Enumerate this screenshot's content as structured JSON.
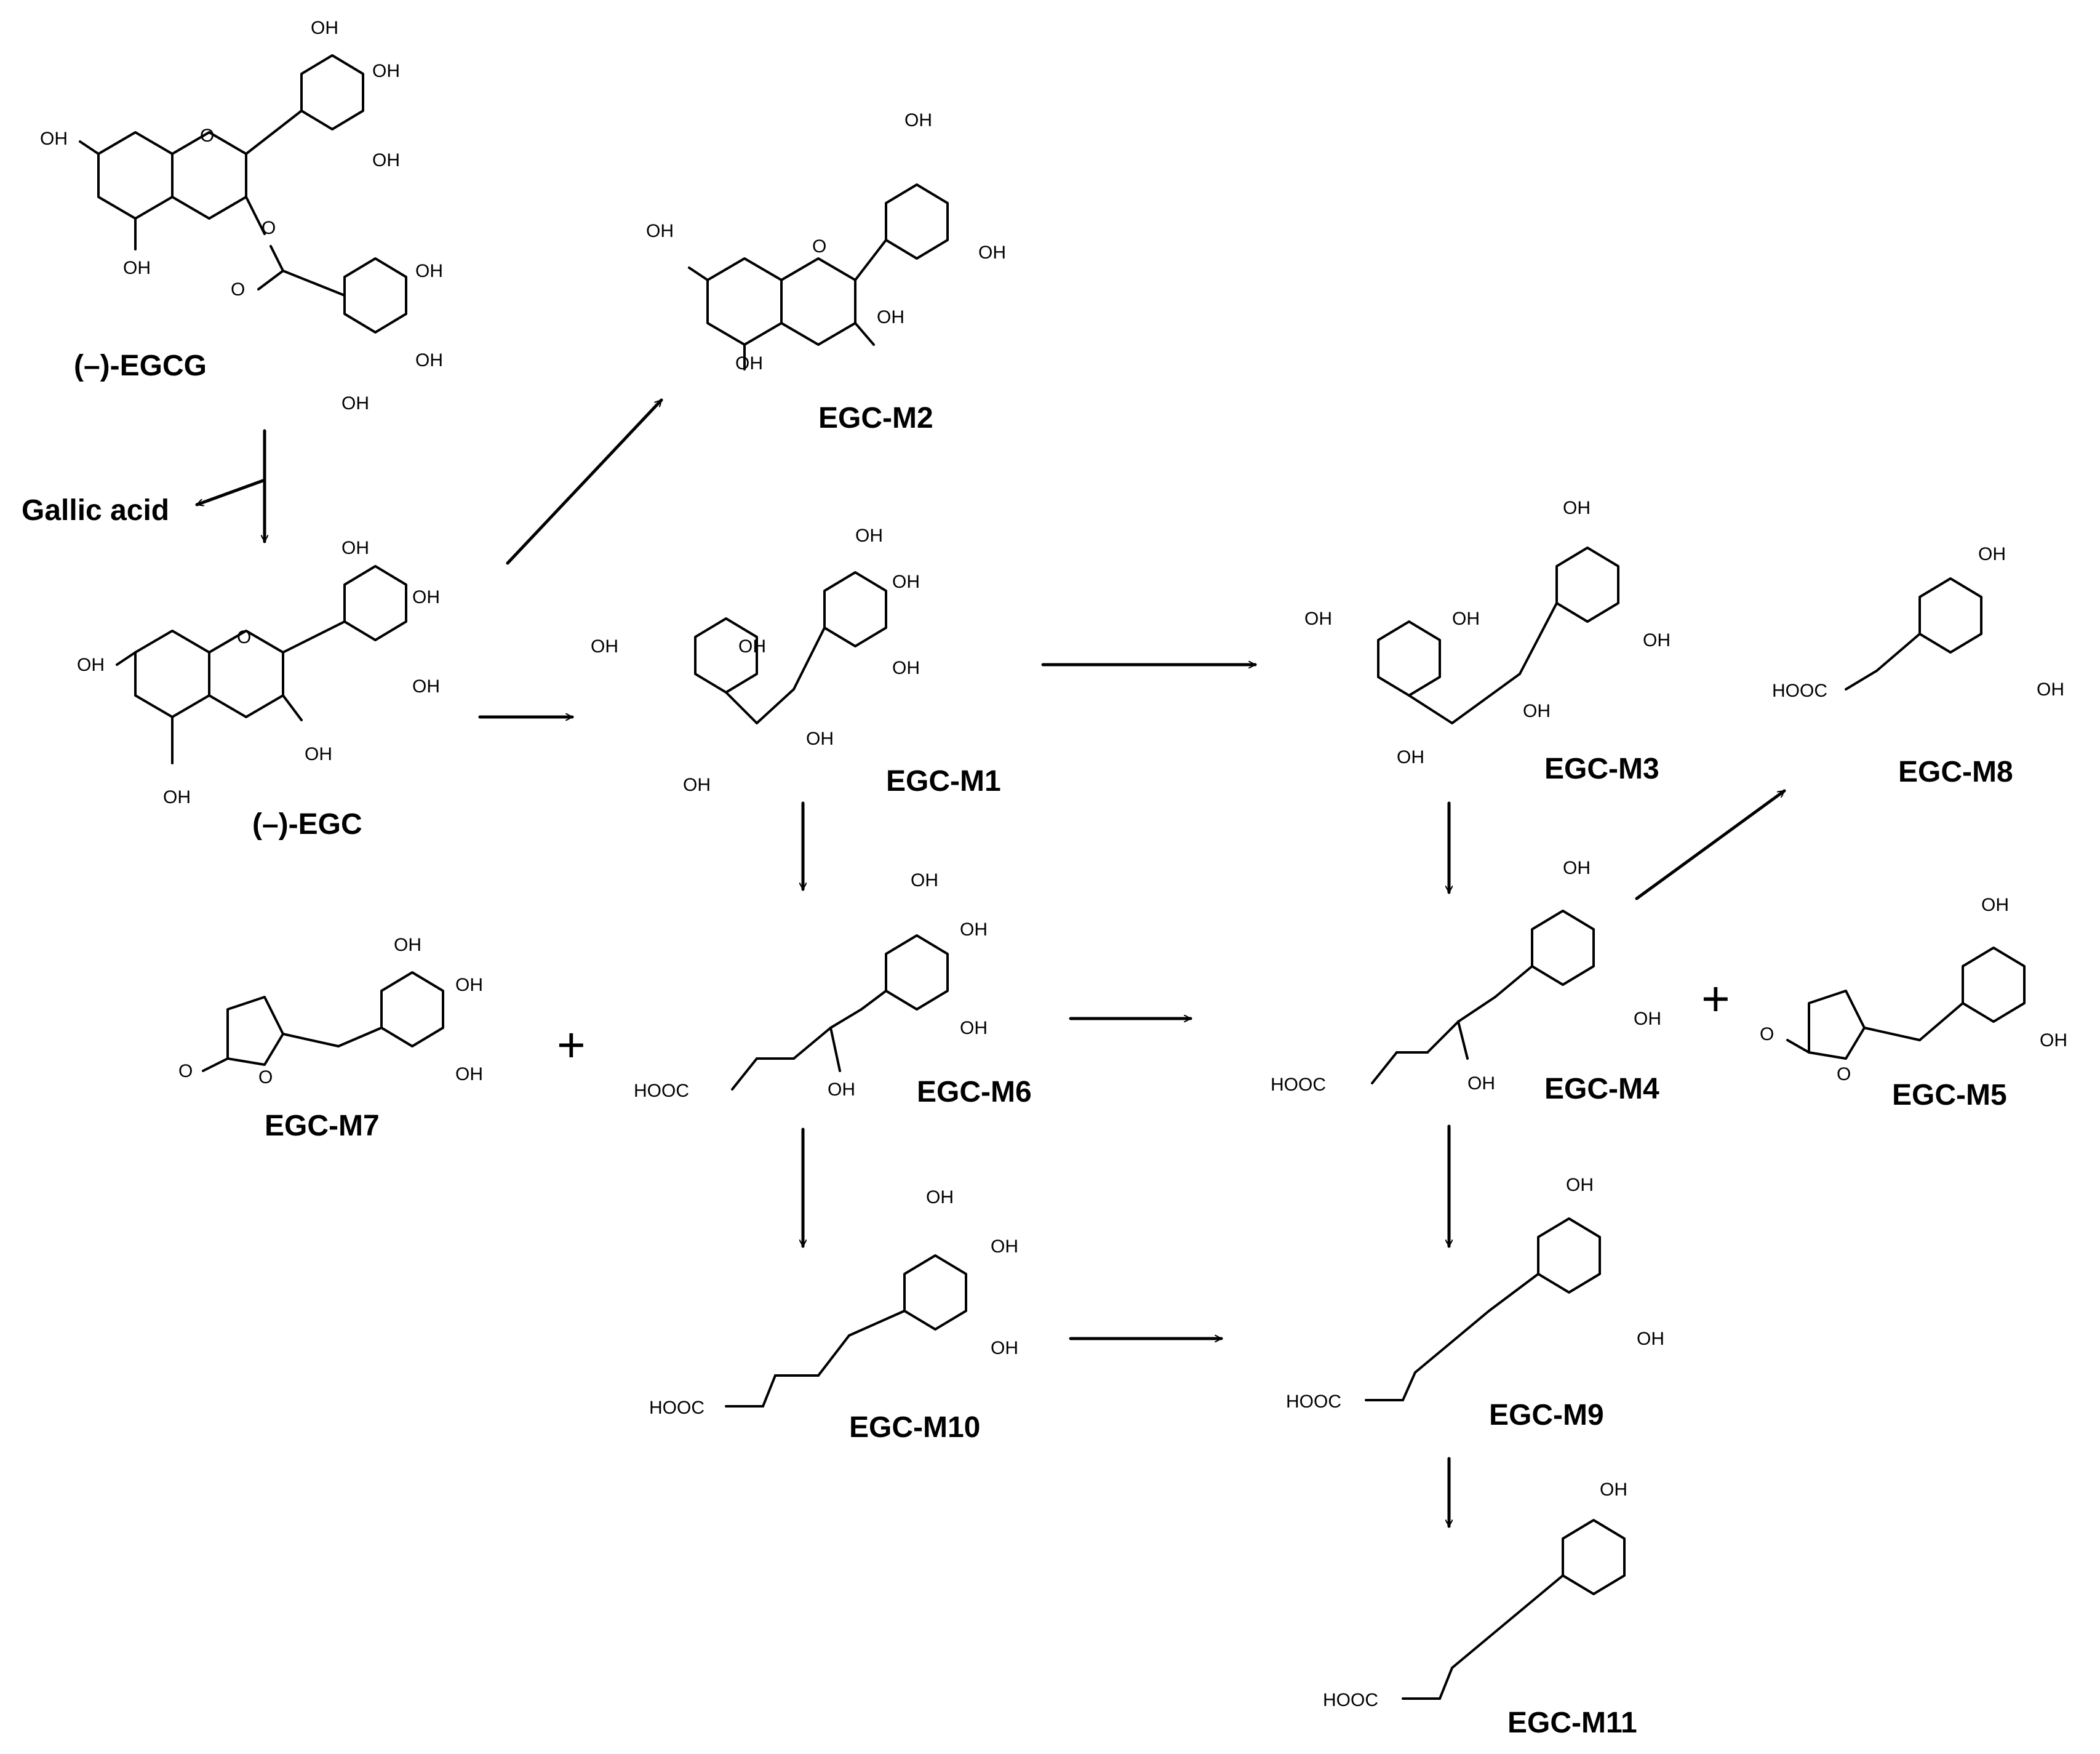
{
  "labels": {
    "egcg": "(–)-EGCG",
    "egc": "(–)-EGC",
    "gallic_acid": "Gallic acid",
    "m1": "EGC-M1",
    "m2": "EGC-M2",
    "m3": "EGC-M3",
    "m4": "EGC-M4",
    "m5": "EGC-M5",
    "m6": "EGC-M6",
    "m7": "EGC-M7",
    "m8": "EGC-M8",
    "m9": "EGC-M9",
    "m10": "EGC-M10",
    "m11": "EGC-M11"
  },
  "atoms": {
    "oh": "OH",
    "o": "O",
    "cooh": "HOOC"
  },
  "plus_sign": "+"
}
